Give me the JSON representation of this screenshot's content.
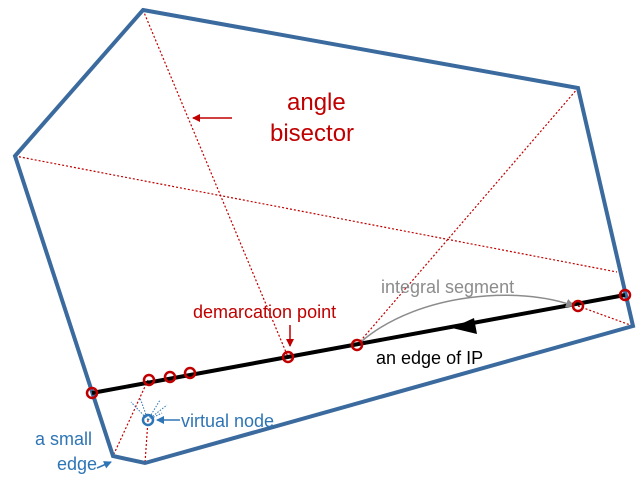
{
  "labels": {
    "angle_bisector_line1": "angle",
    "angle_bisector_line2": "bisector",
    "demarcation_point": "demarcation point",
    "integral_segment": "integral segment",
    "edge_of_ip": "an edge of IP",
    "virtual_node": "virtual node",
    "small_edge_line1": "a small",
    "small_edge_line2": "edge"
  },
  "colors": {
    "polygon": "#3b6b9e",
    "bisectors": "#c00000",
    "points": "#c00000",
    "edge": "#000000",
    "virtual_node": "#2e75b6",
    "integral_arrow": "#8c8c8c"
  }
}
